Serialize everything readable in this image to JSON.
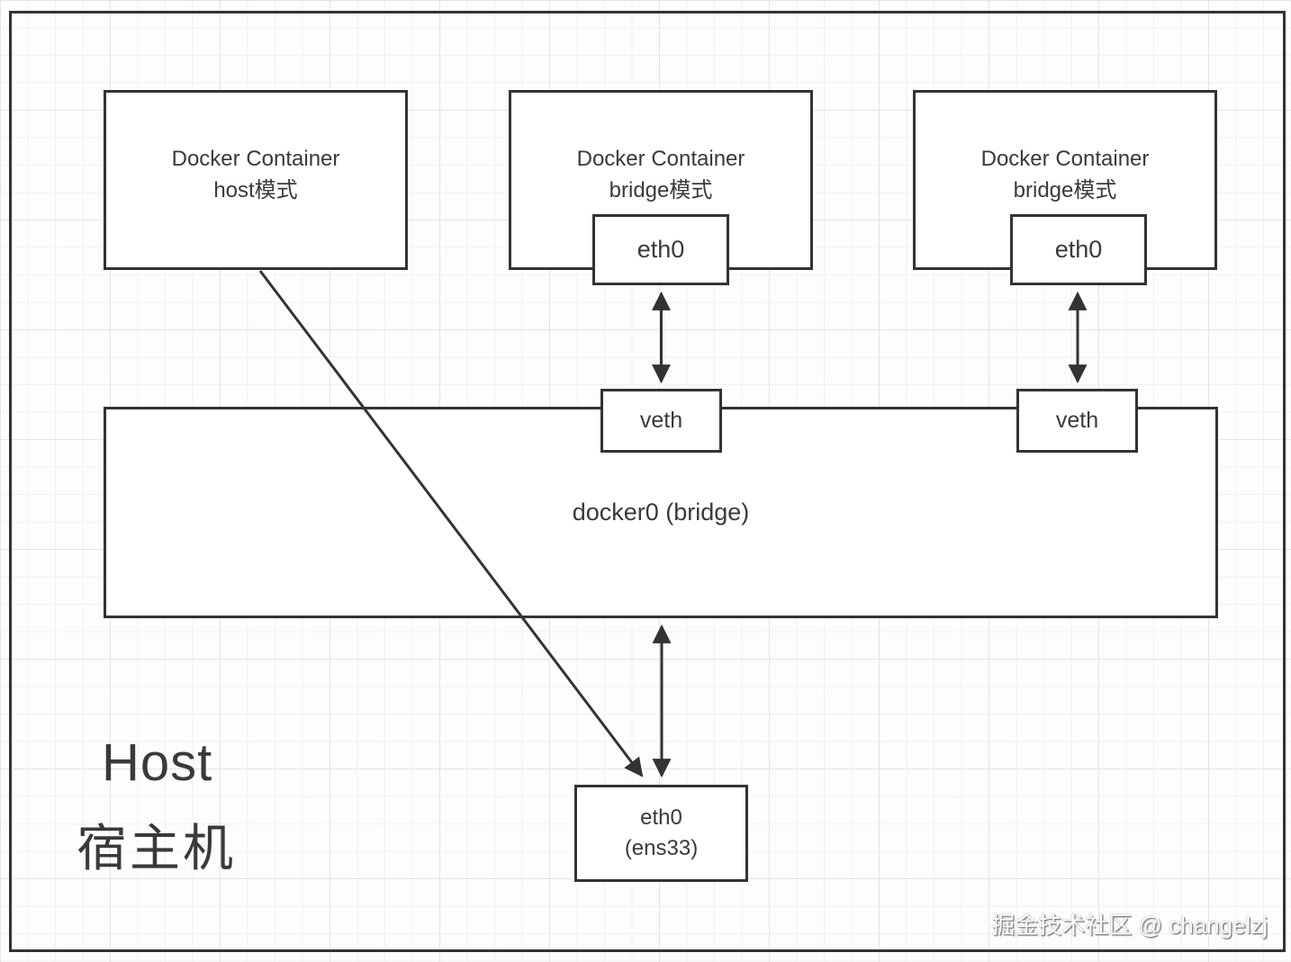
{
  "diagram": {
    "title_hint": "Docker network modes diagram",
    "containers": [
      {
        "line1": "Docker Container",
        "line2": "host模式"
      },
      {
        "line1": "Docker Container",
        "line2": "bridge模式",
        "nic": "eth0"
      },
      {
        "line1": "Docker Container",
        "line2": "bridge模式",
        "nic": "eth0"
      }
    ],
    "veth": {
      "left": "veth",
      "right": "veth"
    },
    "bridge": {
      "label": "docker0 (bridge)"
    },
    "host": {
      "title": "Host",
      "subtitle": "宿主机"
    },
    "host_nic": {
      "line1": "eth0",
      "line2": "(ens33)"
    },
    "watermark": {
      "text": "掘金技术社区 @ changelzj"
    },
    "colors": {
      "line": "#333333",
      "box_fill": "#ffffff",
      "grid_minor": "#f1f1f4",
      "grid_major": "#e4e4e8",
      "text": "#3a3a3a",
      "watermark_text": "#ffffff"
    }
  }
}
